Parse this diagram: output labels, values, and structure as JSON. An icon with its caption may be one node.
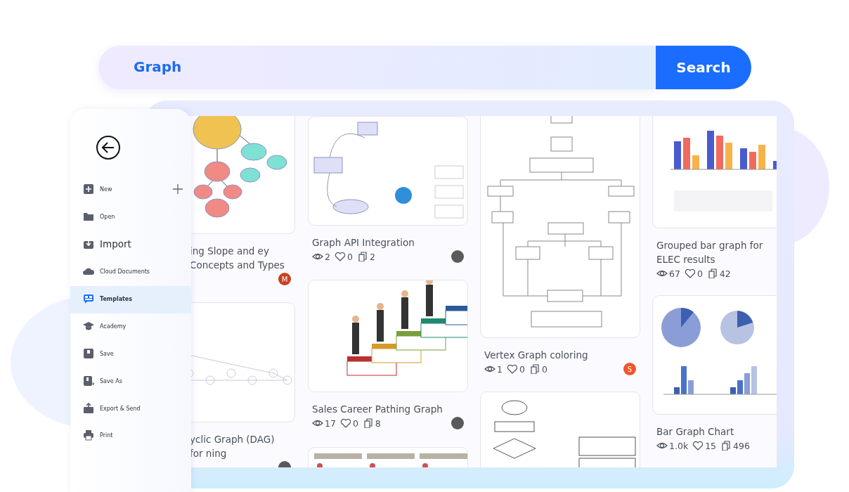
{
  "diagram": {
    "nodes": [
      {
        "text": [
          "Graph"
        ]
      },
      {
        "text": [
          "Search"
        ]
      },
      {
        "text": [],
        "shape": "box"
      },
      {
        "text": [
          "ing Slope and ey Concepts and Types"
        ],
        "in": 2
      },
      {
        "text": [],
        "shape": "picture",
        "in": 2
      },
      {
        "text": [
          "M"
        ],
        "in": 2
      },
      {
        "text": [
          "yclic Graph (DAG) for ning"
        ],
        "in": 2
      },
      {
        "text": [],
        "shape": "picture",
        "in": 2
      },
      {
        "text": [],
        "shape": "circle",
        "in": 2
      },
      {
        "text": [
          "Graph API Integration",
          "2",
          "0",
          "2"
        ],
        "in": 2
      },
      {
        "text": [],
        "shape": "picture",
        "in": 2
      },
      {
        "text": [],
        "shape": "circle",
        "in": 2
      },
      {
        "text": [
          "Sales Career Pathing Graph",
          "17",
          "0",
          "8"
        ],
        "in": 2
      },
      {
        "text": [],
        "shape": "picture",
        "in": 2
      },
      {
        "text": [],
        "shape": "circle",
        "in": 2
      },
      {
        "text": [],
        "shape": "picture",
        "in": 2
      },
      {
        "text": [
          "Vertex Graph coloring",
          "1",
          "0",
          "0"
        ],
        "in": 2
      },
      {
        "text": [],
        "shape": "picture",
        "in": 2
      },
      {
        "text": [
          "S"
        ],
        "in": 2
      },
      {
        "text": [],
        "shape": "picture",
        "in": 2
      },
      {
        "text": [
          "Grouped bar graph for ELEC results",
          "67",
          "0",
          "42"
        ],
        "in": 2
      },
      {
        "text": [],
        "shape": "picture",
        "in": 2
      },
      {
        "text": [
          "Bar Graph Chart",
          "1.0k",
          "15",
          "496"
        ],
        "in": 2
      },
      {
        "text": [],
        "shape": "picture",
        "in": 2
      },
      {
        "text": [],
        "shape": "box"
      },
      {
        "text": [],
        "shape": "circle",
        "in": 24
      },
      {
        "text": [
          "New"
        ],
        "in": 24
      },
      {
        "text": [
          "Open"
        ],
        "in": 24
      },
      {
        "text": [
          "Import"
        ],
        "in": 24
      },
      {
        "text": [
          "Cloud Documents"
        ],
        "in": 24
      },
      {
        "text": [
          "Templates"
        ],
        "in": 24
      },
      {
        "text": [
          "Academy"
        ],
        "in": 24
      },
      {
        "text": [
          "Save"
        ],
        "in": 24
      },
      {
        "text": [
          "Save As"
        ],
        "in": 24
      },
      {
        "text": [
          "Export & Send"
        ],
        "in": 24
      },
      {
        "text": [
          "Print"
        ],
        "in": 24
      }
    ]
  }
}
